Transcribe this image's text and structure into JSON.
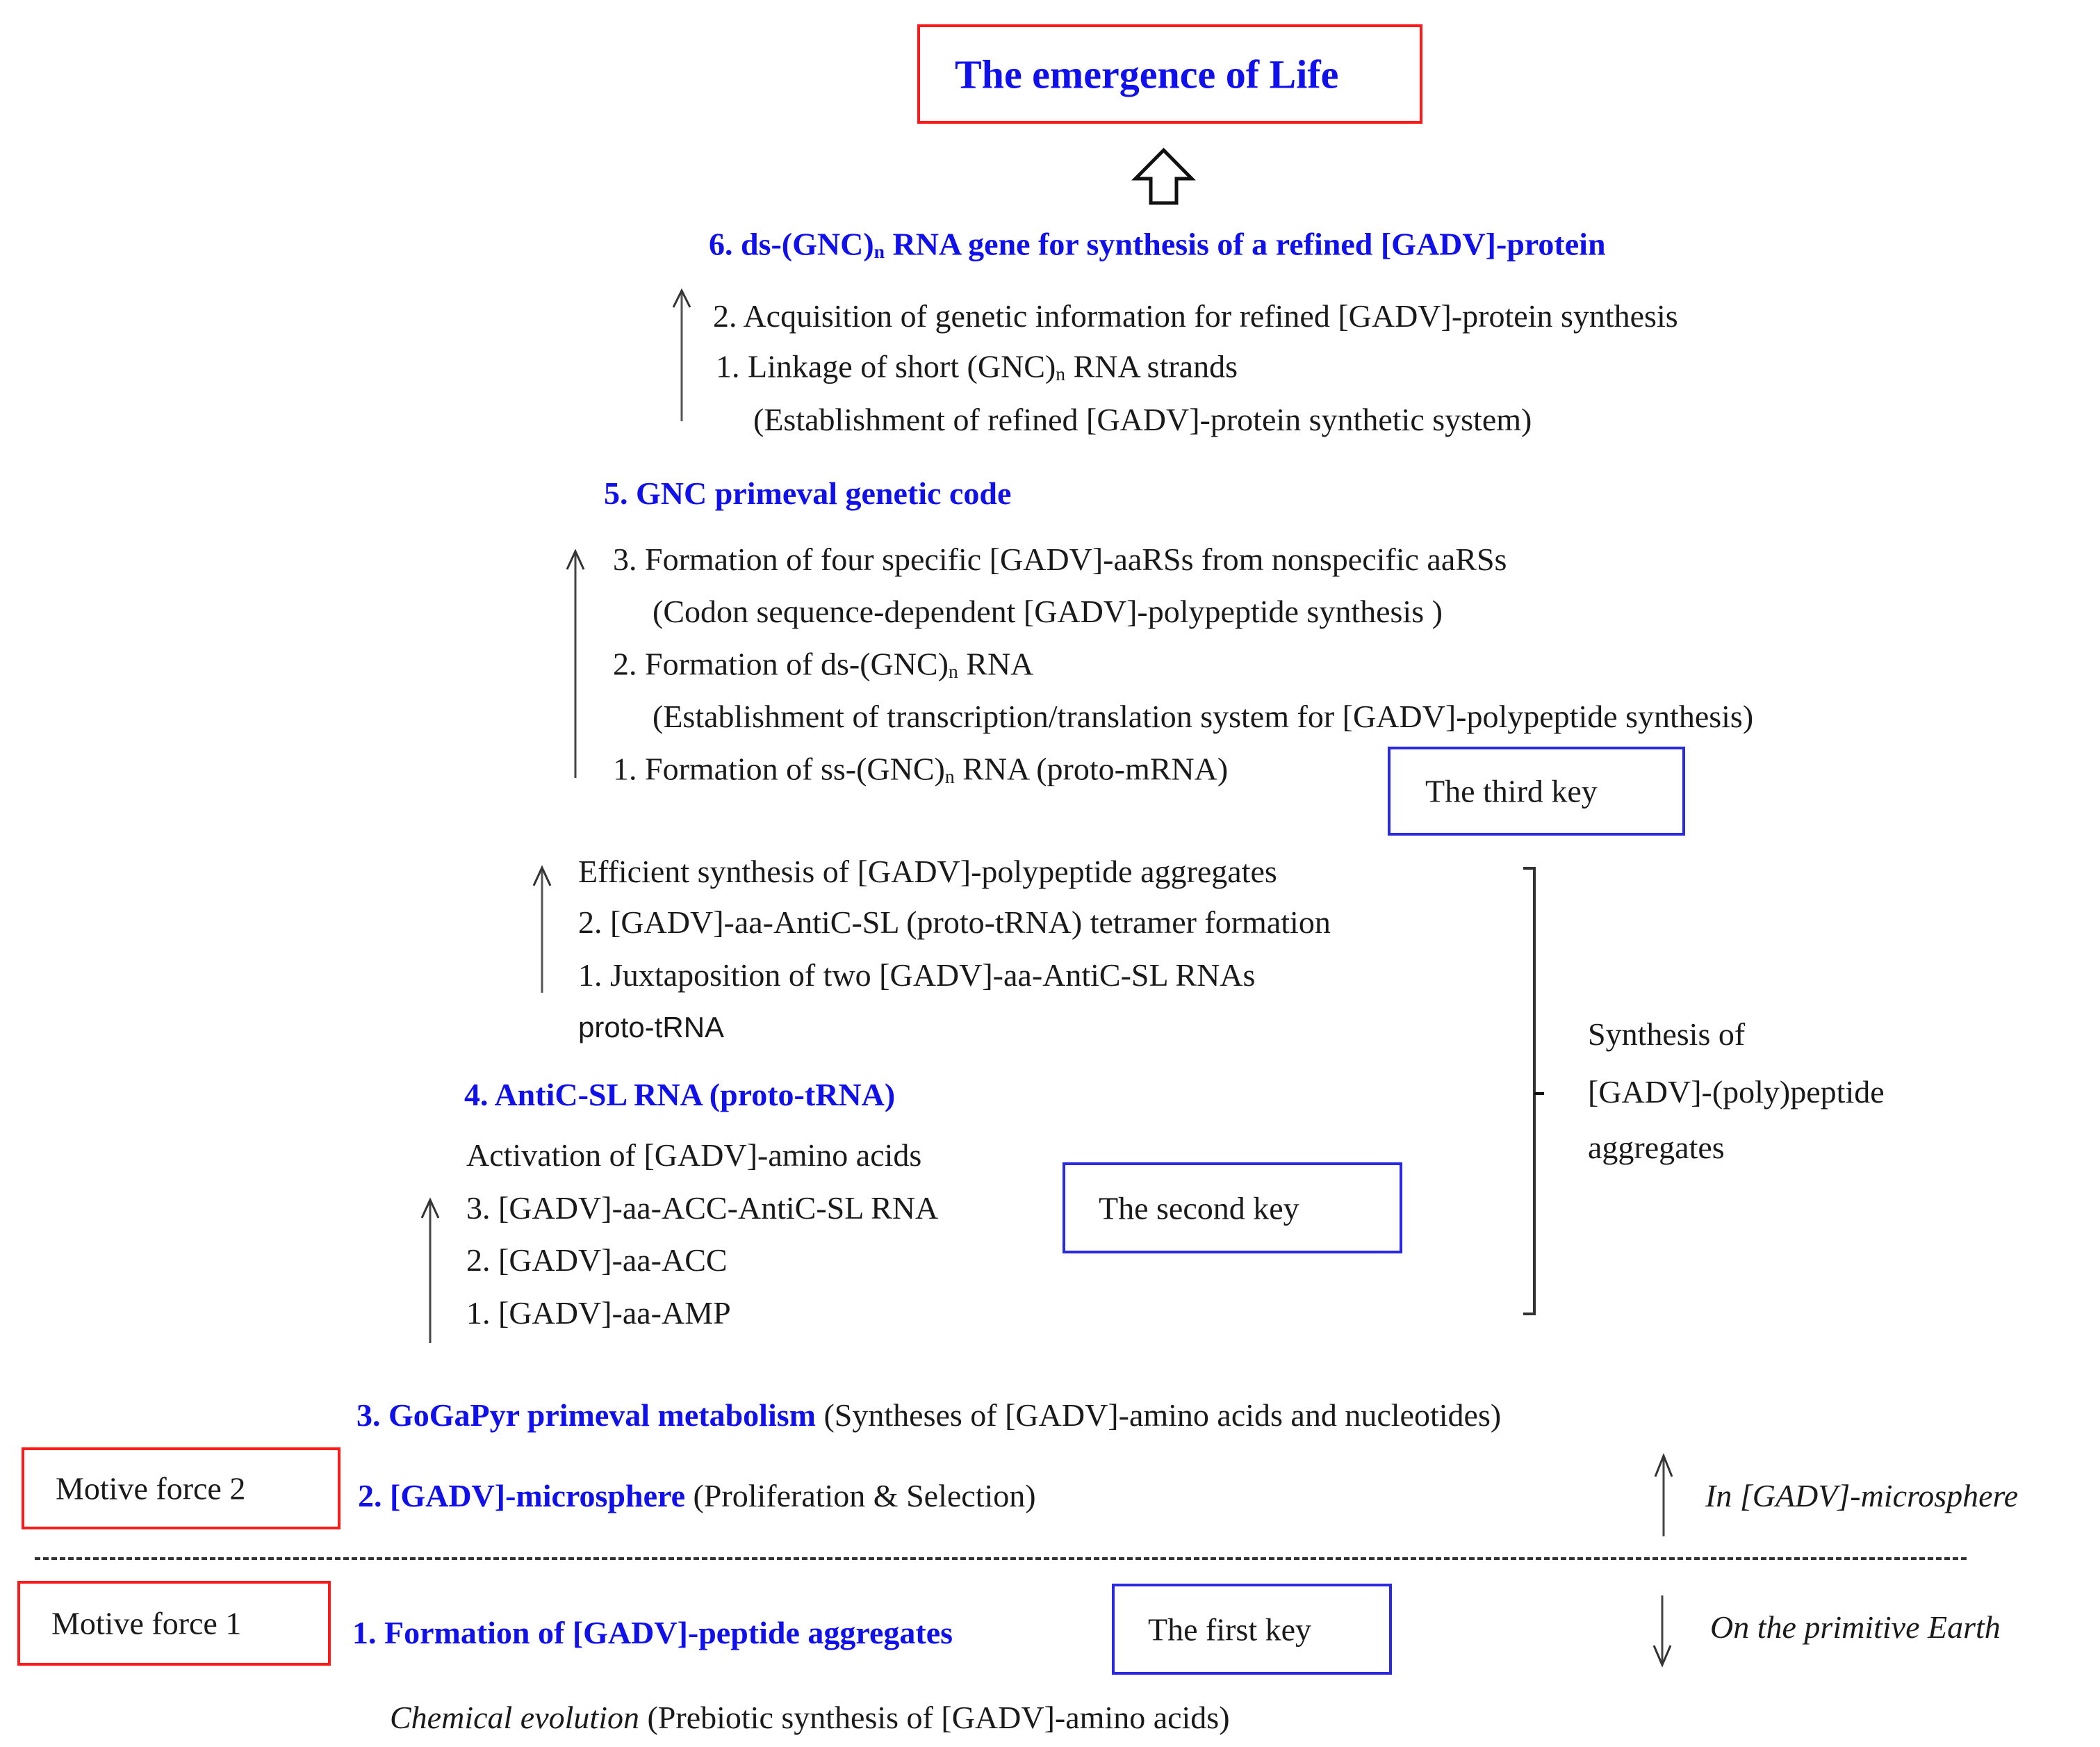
{
  "title_box": {
    "label": "The emergence of Life",
    "border_color": "#ff1a1a",
    "text_color": "#1010ee"
  },
  "stage6": {
    "title_pre": "6. ds-(GNC)",
    "title_sub": "n",
    "title_post": " RNA gene for synthesis of a refined [GADV]-protein",
    "steps": {
      "s2": "2. Acquisition of genetic information for refined [GADV]-protein synthesis",
      "s1_pre": "1.  Linkage of short (GNC)",
      "s1_sub": "n",
      "s1_post": " RNA strands",
      "s1_note": "(Establishment of refined [GADV]-protein synthetic system)"
    }
  },
  "stage5": {
    "title": "5. GNC primeval genetic code",
    "steps": {
      "s3": "3. Formation of four specific [GADV]-aaRSs from nonspecific aaRSs",
      "s3_note": "(Codon sequence-dependent [GADV]-polypeptide synthesis )",
      "s2_pre": "2. Formation of ds-(GNC)",
      "s2_sub": "n",
      "s2_post": " RNA",
      "s2_note": "(Establishment of transcription/translation system for [GADV]-polypeptide synthesis)",
      "s1_pre": "1. Formation of ss-(GNC)",
      "s1_sub": "n",
      "s1_post": " RNA (proto-mRNA)"
    },
    "key_box": "The third key"
  },
  "stage4_upper": {
    "lines": [
      "Efficient synthesis of [GADV]-polypeptide aggregates",
      "2. [GADV]-aa-AntiC-SL (proto-tRNA) tetramer formation",
      "1. Juxtaposition of two [GADV]-aa-AntiC-SL RNAs"
    ],
    "proto_label": "proto-tRNA"
  },
  "stage4": {
    "title": "4. AntiC-SL RNA (proto-tRNA)",
    "activation": "Activation of [GADV]-amino acids",
    "steps": [
      "3. [GADV]-aa-ACC-AntiC-SL RNA",
      "2. [GADV]-aa-ACC",
      "1. [GADV]-aa-AMP"
    ],
    "key_box": "The second key"
  },
  "bracket_label": {
    "line1": "Synthesis of",
    "line2": "[GADV]-(poly)peptide",
    "line3": "aggregates"
  },
  "stage3": {
    "title": "3. GoGaPyr primeval metabolism",
    "note": " (Syntheses of [GADV]-amino acids and nucleotides)"
  },
  "stage2": {
    "title": "2. [GADV]-microsphere",
    "note": " (Proliferation & Selection)",
    "motive": "Motive force 2"
  },
  "stage1": {
    "title": "1. Formation of [GADV]-peptide aggregates",
    "motive": "Motive force 1",
    "key_box": "The first key"
  },
  "bottom": {
    "italic": "Chemical evolution",
    "rest": " (Prebiotic synthesis of [GADV]-amino acids)"
  },
  "side_labels": {
    "up": "In [GADV]-microsphere",
    "down": "On the primitive Earth"
  },
  "colors": {
    "accent_blue": "#1010ee",
    "red_box": "#ff1a1a",
    "blue_box": "#2a2ae6",
    "text": "#1a1a1a"
  }
}
